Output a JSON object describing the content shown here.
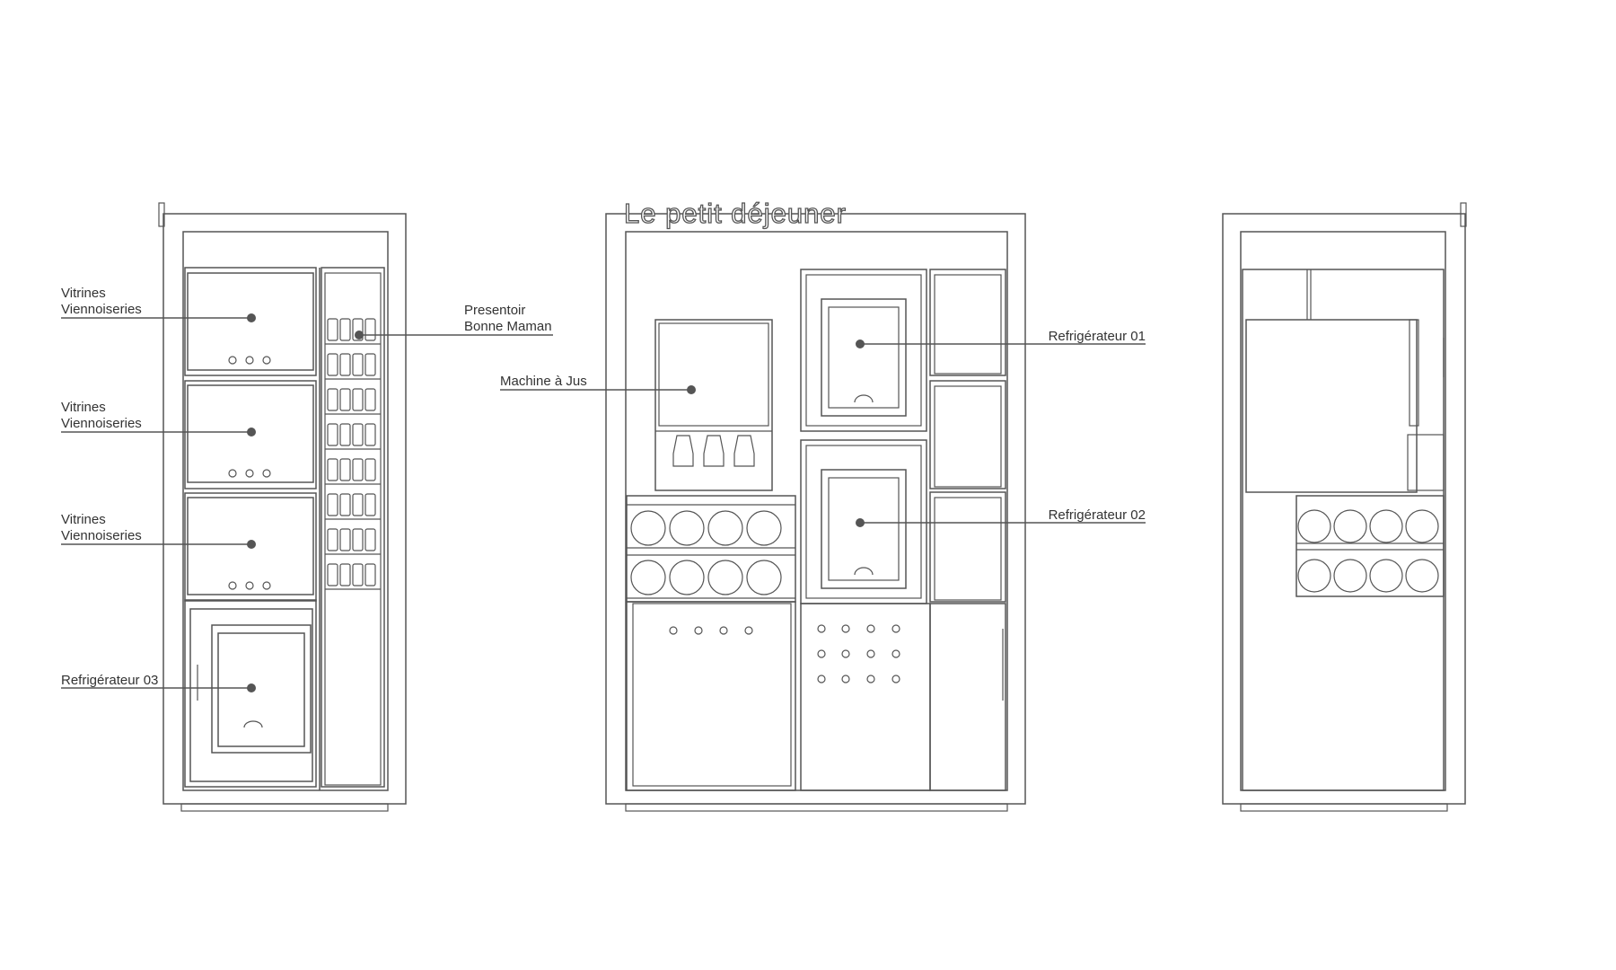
{
  "title": "Le petit déjeuner",
  "labels": {
    "vitrine_1": [
      "Vitrines",
      "Viennoiseries"
    ],
    "vitrine_2": [
      "Vitrines",
      "Viennoiseries"
    ],
    "vitrine_3": [
      "Vitrines",
      "Viennoiseries"
    ],
    "refrigerateur_03": "Refrigérateur 03",
    "presentoir": [
      "Presentoir",
      "Bonne Maman"
    ],
    "machine_jus": "Machine à Jus",
    "refrigerateur_01": "Refrigérateur 01",
    "refrigerateur_02": "Refrigérateur 02"
  },
  "colors": {
    "line": "#555555",
    "dot": "#555555",
    "text": "#333333",
    "background": "#ffffff"
  }
}
